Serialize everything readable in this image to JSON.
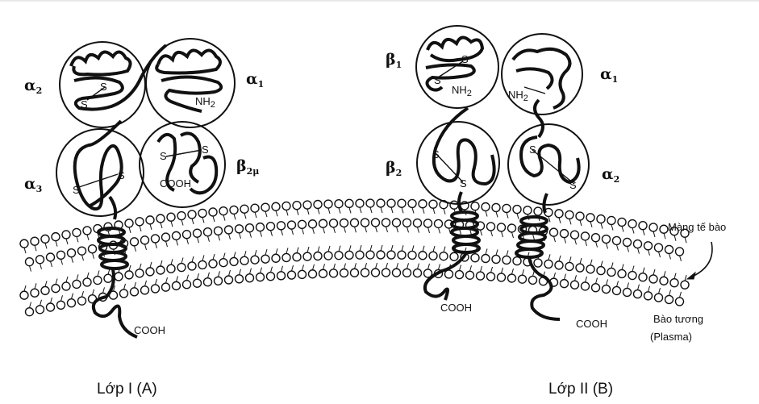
{
  "class1": {
    "domain_labels": {
      "a2": "α",
      "a2_sub": "2",
      "a1": "α",
      "a1_sub": "1",
      "a3": "α",
      "a3_sub": "3",
      "b2m": "β",
      "b2m_sub": "2μ"
    },
    "s_labels": [
      "S",
      "S",
      "S",
      "S",
      "S",
      "S"
    ],
    "nh2": "NH",
    "nh2_sub": "2",
    "cooh_inner": "COOH",
    "cooh_tail": "COOH",
    "caption": "Lớp I (A)"
  },
  "class2": {
    "domain_labels": {
      "b1": "β",
      "b1_sub": "1",
      "a1": "α",
      "a1_sub": "1",
      "b2": "β",
      "b2_sub": "2",
      "a2": "α",
      "a2_sub": "2"
    },
    "s_labels": [
      "S",
      "S",
      "S",
      "S",
      "S",
      "S"
    ],
    "nh2_b1": "NH",
    "nh2_b1_sub": "2",
    "nh2_a1": "NH",
    "nh2_a1_sub": "2",
    "cooh_left": "COOH",
    "cooh_right": "COOH",
    "caption": "Lớp II (B)"
  },
  "membrane_label": "Màng tế bào",
  "cytoplasm_label": "Bào tương",
  "cytoplasm_paren": "(Plasma)"
}
